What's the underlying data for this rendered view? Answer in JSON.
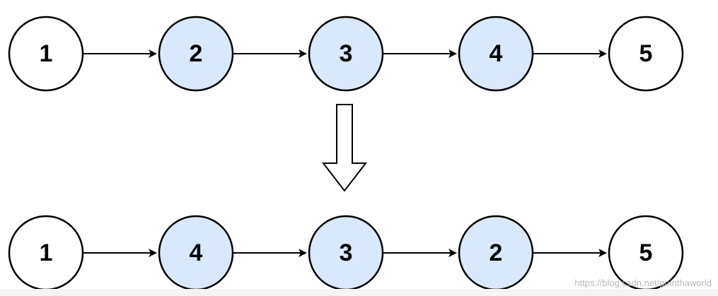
{
  "diagram": {
    "before": {
      "nodes": [
        {
          "label": "1",
          "highlighted": false
        },
        {
          "label": "2",
          "highlighted": true
        },
        {
          "label": "3",
          "highlighted": true
        },
        {
          "label": "4",
          "highlighted": true
        },
        {
          "label": "5",
          "highlighted": false
        }
      ]
    },
    "after": {
      "nodes": [
        {
          "label": "1",
          "highlighted": false
        },
        {
          "label": "4",
          "highlighted": true
        },
        {
          "label": "3",
          "highlighted": true
        },
        {
          "label": "2",
          "highlighted": true
        },
        {
          "label": "5",
          "highlighted": false
        }
      ]
    }
  },
  "colors": {
    "highlight_fill": "#dae8fc",
    "plain_fill": "#ffffff",
    "stroke": "#000000",
    "watermark_bar": "#f4f4f4"
  },
  "watermark": {
    "text": "https://blog.csdn.net/pointhaworld"
  }
}
